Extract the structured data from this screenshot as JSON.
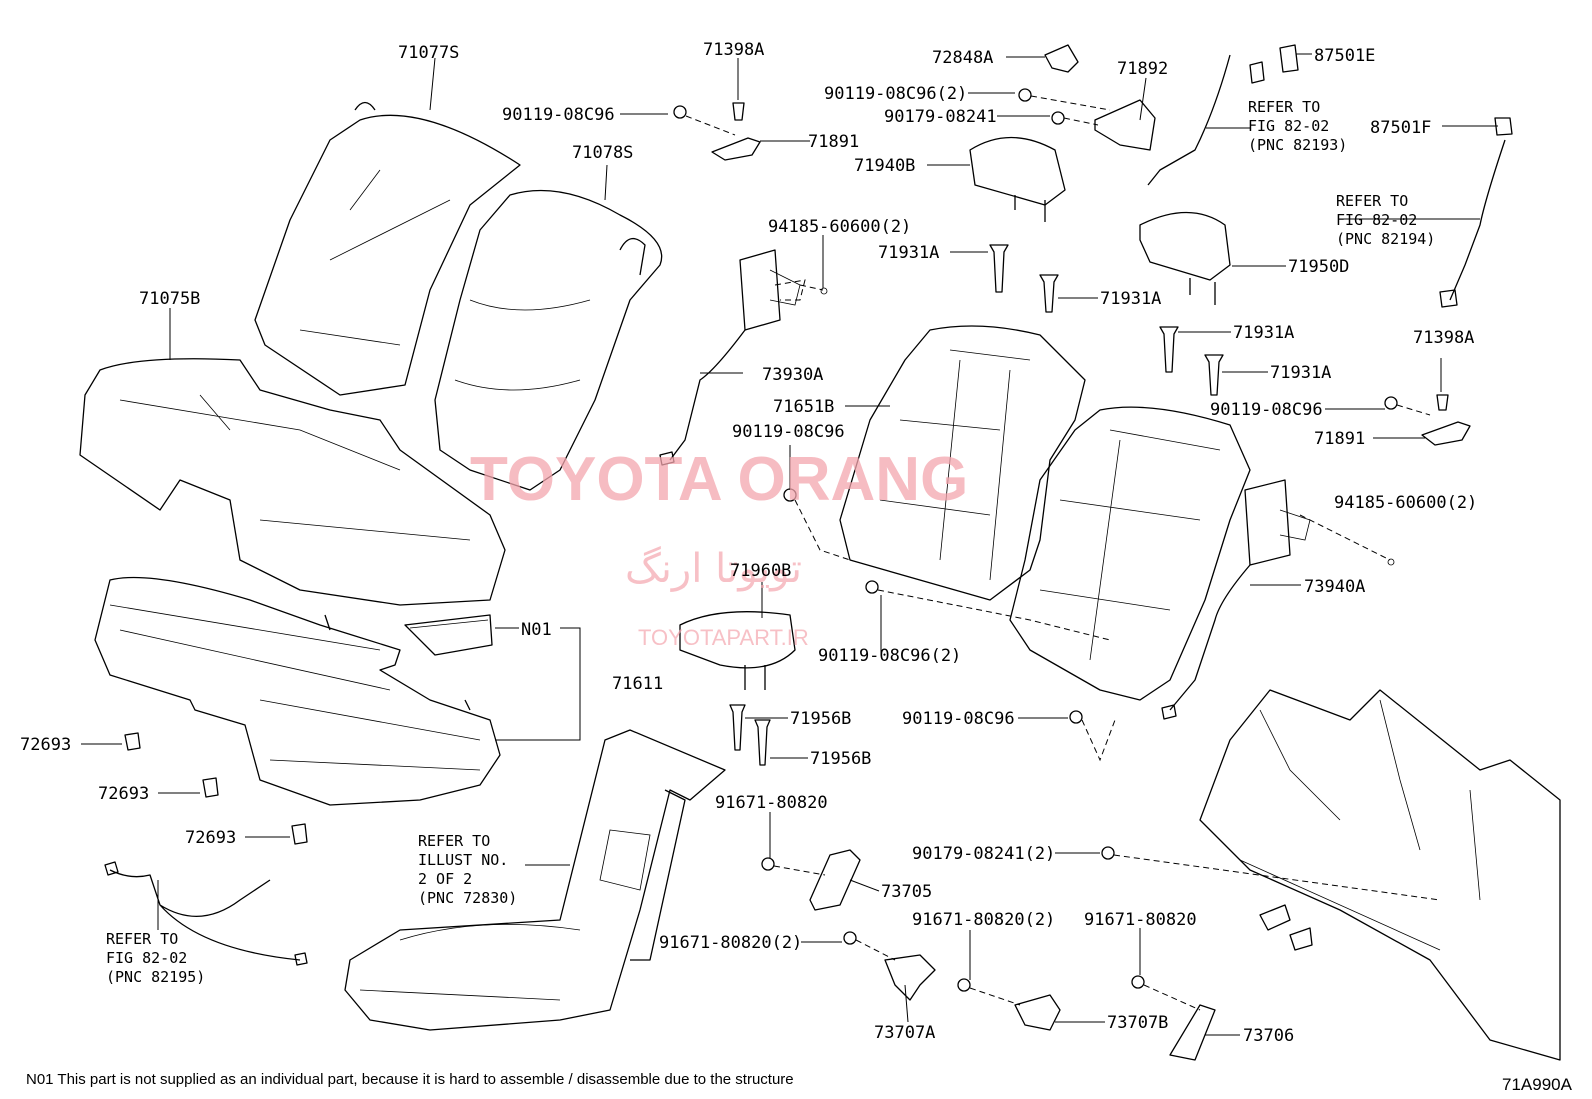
{
  "part_labels": {
    "p71077S": "71077S",
    "p71398A_1": "71398A",
    "p90119_08C96_1": "90119-08C96",
    "p71891_1": "71891",
    "p72848A": "72848A",
    "p90119_08C96_2x_1": "90119-08C96(2)",
    "p90179_08241": "90179-08241",
    "p71892": "71892",
    "p87501E": "87501E",
    "p87501F": "87501F",
    "p71078S": "71078S",
    "p71940B": "71940B",
    "p71075B": "71075B",
    "p94185_60600_2x_1": "94185-60600(2)",
    "p71931A_1": "71931A",
    "p71931A_2": "71931A",
    "p71931A_3": "71931A",
    "p71931A_4": "71931A",
    "p71950D": "71950D",
    "p73930A": "73930A",
    "p71398A_2": "71398A",
    "p90119_08C96_3": "90119-08C96",
    "p71891_2": "71891",
    "p71651B": "71651B",
    "p90119_08C96_4": "90119-08C96",
    "p94185_60600_2x_2": "94185-60600(2)",
    "p71960B": "71960B",
    "p73940A": "73940A",
    "pN01": "N01",
    "p90119_08C96_2x_2": "90119-08C96(2)",
    "p71611": "71611",
    "p71956B_1": "71956B",
    "p71956B_2": "71956B",
    "p90119_08C96_5": "90119-08C96",
    "p72693_1": "72693",
    "p72693_2": "72693",
    "p72693_3": "72693",
    "p91671_80820_1": "91671-80820",
    "p73705": "73705",
    "p90179_08241_2x": "90179-08241(2)",
    "p91671_80820_2x_1": "91671-80820(2)",
    "p91671_80820_2": "91671-80820",
    "p91671_80820_2x_2": "91671-80820(2)",
    "p73707A": "73707A",
    "p73707B": "73707B",
    "p73706": "73706"
  },
  "references": {
    "ref_82193": [
      "REFER TO",
      "FIG 82-02",
      "(PNC 82193)"
    ],
    "ref_82194": [
      "REFER TO",
      "FIG 82-02",
      "(PNC 82194)"
    ],
    "ref_72830": [
      "REFER TO",
      "ILLUST NO.",
      "2 OF 2",
      "(PNC 72830)"
    ],
    "ref_82195": [
      "REFER TO",
      "FIG 82-02",
      "(PNC 82195)"
    ]
  },
  "watermark": {
    "brand": "TOYOTA ORANG",
    "persian": "تویوتا ارنگ",
    "site": "TOYOTAPART.IR"
  },
  "footnote": "N01 This part is not supplied as an individual part, because it is hard to assemble / disassemble due to the structure",
  "illustration_code": "71A990A",
  "colors": {
    "line": "#000000",
    "watermark": "#f4a6ae",
    "background": "#ffffff"
  }
}
